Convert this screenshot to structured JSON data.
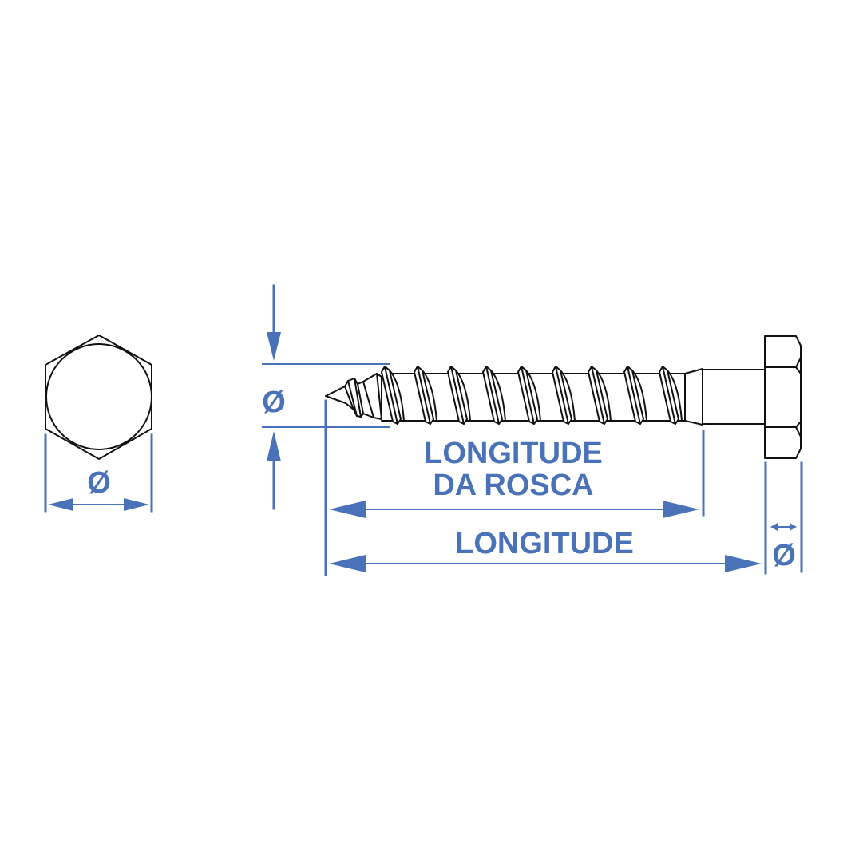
{
  "colors": {
    "dimension": "#4a72b8",
    "outline": "#111111",
    "background": "#ffffff"
  },
  "labels": {
    "head_diameter": "Ø",
    "shank_diameter": "Ø",
    "thread_length_line1": "LONGITUDE",
    "thread_length_line2": "DA ROSCA",
    "total_length": "LONGITUDE",
    "head_height": "Ø"
  }
}
